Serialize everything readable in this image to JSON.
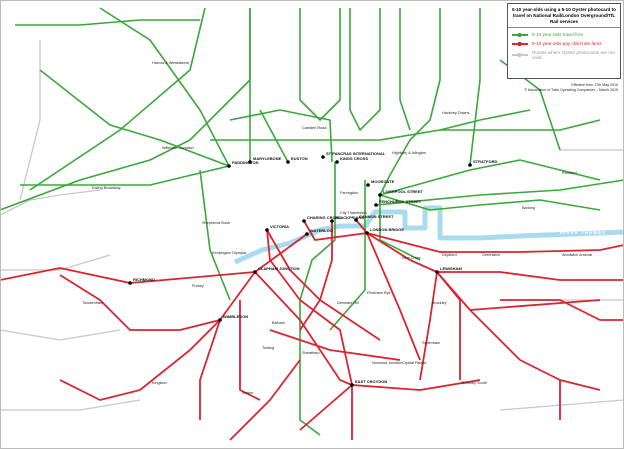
{
  "legend": {
    "title": "5-10 year-olds using a 5-10 Oyster photocard to travel on National Rail/London Overground/TfL Rail services",
    "items": [
      {
        "label": "5-10 year-olds travel free",
        "color": "#3aa83a"
      },
      {
        "label": "5-10 year-olds pay child-rate fares",
        "color": "#d9252f"
      },
      {
        "label": "Routes where Oyster photocards are not valid",
        "color": "#c8c8c8"
      }
    ],
    "effective": "Effective from 17th May 2015",
    "copyright": "© Association of Train Operating Companies – March 2015"
  },
  "colors": {
    "free": "#3aa83a",
    "child_rate": "#d9252f",
    "river": "#a9dbef",
    "invalid": "#c8c8c8"
  },
  "river_label": "RIVER THAMES",
  "termini": [
    {
      "name": "PADDINGTON"
    },
    {
      "name": "MARYLEBONE"
    },
    {
      "name": "EUSTON"
    },
    {
      "name": "ST PANCRAS INTERNATIONAL"
    },
    {
      "name": "KINGS CROSS"
    },
    {
      "name": "BLACKFRIARS"
    },
    {
      "name": "CANNON STREET"
    },
    {
      "name": "CHARING CROSS"
    },
    {
      "name": "VICTORIA"
    },
    {
      "name": "WATERLOO"
    },
    {
      "name": "LONDON BRIDGE"
    },
    {
      "name": "LIVERPOOL STREET"
    },
    {
      "name": "FENCHURCH STREET"
    },
    {
      "name": "MOORGATE"
    },
    {
      "name": "CLAPHAM JUNCTION"
    },
    {
      "name": "WIMBLEDON"
    },
    {
      "name": "LEWISHAM"
    },
    {
      "name": "STRATFORD"
    },
    {
      "name": "EAST CROYDON"
    },
    {
      "name": "RICHMOND"
    }
  ],
  "stations": [
    {
      "name": "Farringdon"
    },
    {
      "name": "City Thameslink"
    },
    {
      "name": "Camden Road"
    },
    {
      "name": "Denmark Hill"
    },
    {
      "name": "Peckham Rye"
    },
    {
      "name": "New Cross"
    },
    {
      "name": "Brockley"
    },
    {
      "name": "Deptford"
    },
    {
      "name": "Greenwich"
    },
    {
      "name": "Woolwich Arsenal"
    },
    {
      "name": "Putney"
    },
    {
      "name": "Twickenham"
    },
    {
      "name": "Streatham"
    },
    {
      "name": "Norwood Junction"
    },
    {
      "name": "Sydenham"
    },
    {
      "name": "Crystal Palace"
    },
    {
      "name": "Balham"
    },
    {
      "name": "Tooting"
    },
    {
      "name": "Shepherds Bush"
    },
    {
      "name": "Kensington Olympia"
    },
    {
      "name": "Highbury & Islington"
    },
    {
      "name": "Hackney Downs"
    },
    {
      "name": "Willesden Junction"
    },
    {
      "name": "Harrow & Wealdstone"
    },
    {
      "name": "Ealing Broadway"
    },
    {
      "name": "Romford"
    },
    {
      "name": "Barking"
    },
    {
      "name": "Bromley South"
    },
    {
      "name": "Sutton"
    },
    {
      "name": "Kingston"
    }
  ]
}
